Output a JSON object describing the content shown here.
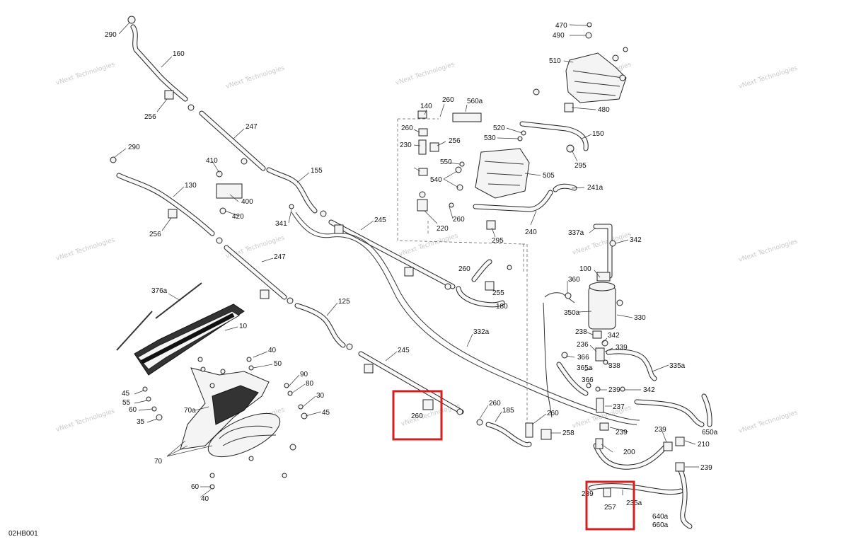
{
  "diagram_code": "02HB001",
  "watermark": "vNext Technologies",
  "highlight_color": "#d21f1f",
  "highlighted_parts": [
    "260",
    "257"
  ],
  "labels": [
    "290",
    "160",
    "256",
    "247",
    "290",
    "410",
    "130",
    "400",
    "420",
    "256",
    "155",
    "341",
    "245",
    "247",
    "376a",
    "10",
    "125",
    "332a",
    "40",
    "245",
    "50",
    "90",
    "80",
    "45",
    "55",
    "60",
    "35",
    "30",
    "45",
    "70a",
    "70",
    "60",
    "40",
    "260",
    "185",
    "260",
    "140",
    "560a",
    "260",
    "230",
    "256",
    "260",
    "550",
    "540",
    "220",
    "260",
    "295",
    "505",
    "530",
    "520",
    "150",
    "295",
    "241a",
    "240",
    "260",
    "255",
    "180",
    "470",
    "490",
    "510",
    "480",
    "337a",
    "342",
    "100",
    "360",
    "330",
    "350a",
    "238",
    "342",
    "236",
    "339",
    "366",
    "338",
    "365a",
    "335a",
    "366",
    "239",
    "342",
    "237",
    "260",
    "258",
    "239",
    "239",
    "210",
    "200",
    "239",
    "650a",
    "235a",
    "257",
    "640a",
    "660a",
    "239"
  ]
}
